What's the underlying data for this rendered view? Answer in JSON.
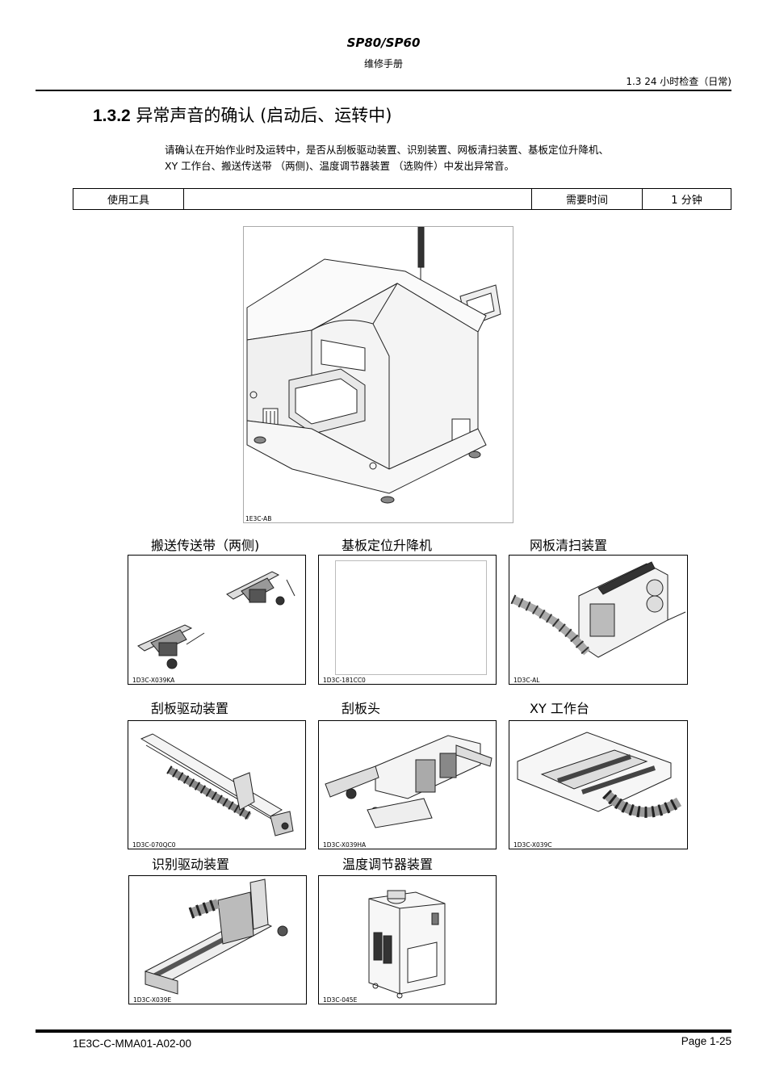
{
  "header": {
    "model": "SP80/SP60",
    "subtitle": "维修手册",
    "section": "1.3 24 小时检查（日常)"
  },
  "title": {
    "number": "1.3.2",
    "text": "异常声音的确认 (启动后、运转中)"
  },
  "intro": {
    "line1": "请确认在开始作业时及运转中，是否从刮板驱动装置、识别装置、网板清扫装置、基板定位升降机、",
    "line2": "XY 工作台、搬送传送带 （两侧)、温度调节器装置 （选购件）中发出异常音。"
  },
  "tools_table": {
    "tools_label": "使用工具",
    "tools_value": "",
    "time_label": "需要时间",
    "time_value": "1 分钟"
  },
  "main_figure": {
    "code": "1E3C-AB"
  },
  "figures": [
    {
      "caption": "搬送传送带（两侧)",
      "code": "1D3C-X039KA",
      "icon": "conveyor-drawing"
    },
    {
      "caption": "基板定位升降机",
      "code": "1D3C-181CC0",
      "icon": "blank-frame"
    },
    {
      "caption": "网板清扫装置",
      "code": "1D3C-AL",
      "icon": "stencil-cleaner-drawing"
    },
    {
      "caption": "刮板驱动装置",
      "code": "1D3C-070QC0",
      "icon": "squeegee-drive-drawing"
    },
    {
      "caption": "刮板头",
      "code": "1D3C-X039HA",
      "icon": "squeegee-head-drawing"
    },
    {
      "caption": "XY 工作台",
      "code": "1D3C-X039C",
      "icon": "xy-table-drawing"
    },
    {
      "caption": "识别驱动装置",
      "code": "1D3C-X039E",
      "icon": "recognition-drive-drawing"
    },
    {
      "caption": "温度调节器装置",
      "code": "1D3C-045E",
      "icon": "temperature-controller-drawing"
    }
  ],
  "footer": {
    "doc_code": "1E3C-C-MMA01-A02-00",
    "page": "Page 1-25"
  }
}
